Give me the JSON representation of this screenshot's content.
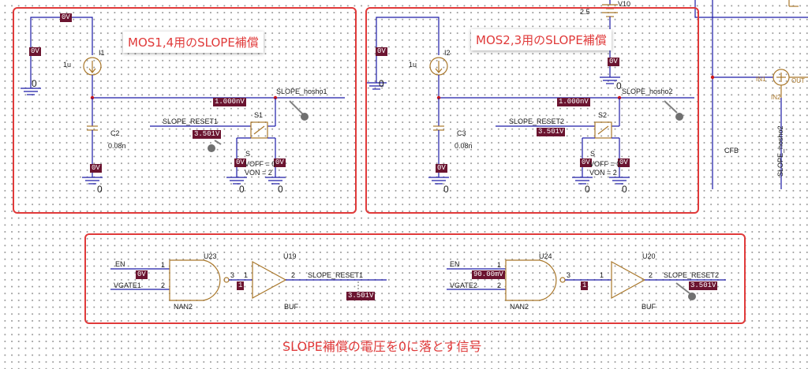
{
  "annotations": {
    "box1_title": "MOS1,4用のSLOPE補償",
    "box2_title": "MOS2,3用のSLOPE補償",
    "bottom_caption": "SLOPE補償の電圧を0に落とす信号"
  },
  "voltages": {
    "v_top_left": "0V",
    "v_left_side": "0V",
    "v_node1": "1.000nV",
    "v_reset1": "3.501V",
    "v_c2_bottom": "0V",
    "v_s1_left": "0V",
    "v_s1_right": "0V",
    "v_i2_left": "0V",
    "v_v10": "0V",
    "v_node2": "1.000nV",
    "v_reset2": "3.501V",
    "v_c3_bottom": "0V",
    "v_s2_left": "0V",
    "v_s2_right": "0V",
    "v_u23_in": "0V",
    "v_u23_out": "1",
    "v_reset1_out": "3.501V",
    "v_u24_in": "90.00mV",
    "v_u24_out": "1",
    "v_reset2_out": "3.501V"
  },
  "labels": {
    "i1": "I1",
    "i1_val": "1u",
    "c2": "C2",
    "c2_val": "0.08n",
    "s1": "S1",
    "s1_type": "S",
    "voff": "VOFF = 0",
    "von": "VON = 2",
    "slope_hosho1": "SLOPE_hosho1",
    "slope_reset1": "SLOPE_RESET1",
    "i2": "I2",
    "i2_val": "1u",
    "c3": "C3",
    "c3_val": "0.08n",
    "s2": "S2",
    "s2_type": "S",
    "voff2": "VOFF = 0",
    "von2": "VON = 2",
    "slope_hosho2": "SLOPE_hosho2",
    "slope_reset2": "SLOPE_RESET2",
    "v10": "V10",
    "v10_val": "2.5",
    "cfb": "CFB",
    "slope_hosho2_v": "SLOPE_hosho2",
    "in1": "IN1",
    "in2": "IN2",
    "out": "OUT",
    "gnd0": "0",
    "u23": "U23",
    "u23_type": "NAN2",
    "u19": "U19",
    "u19_type": "BUF",
    "en1": "EN",
    "vgate1": "VGATE1",
    "pin1": "1",
    "pin2": "2",
    "pin3": "3",
    "u24": "U24",
    "u24_type": "NAN2",
    "u20": "U20",
    "u20_type": "BUF",
    "en2": "EN",
    "vgate2": "VGATE2"
  }
}
